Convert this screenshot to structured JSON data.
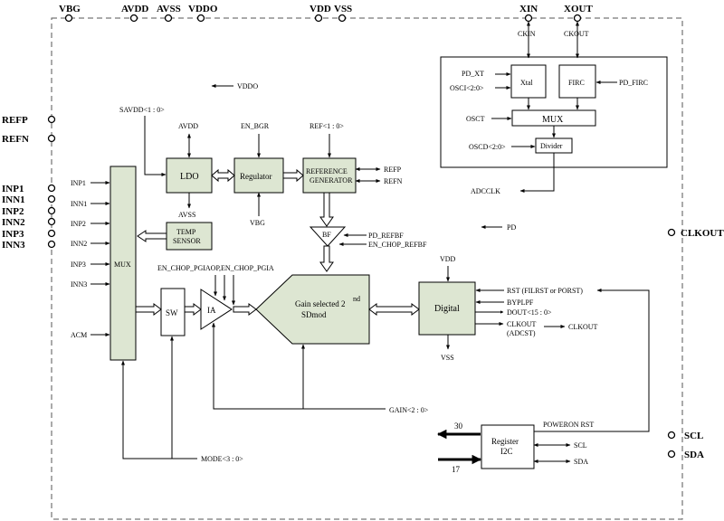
{
  "pins": {
    "vbg": "VBG",
    "avdd": "AVDD",
    "avss": "AVSS",
    "vddo": "VDDO",
    "vdd": "VDD",
    "vss": "VSS",
    "xin": "XIN",
    "xout": "XOUT",
    "refp": "REFP",
    "refn": "REFN",
    "inp1": "INP1",
    "inn1": "INN1",
    "inp2": "INP2",
    "inn2": "INN2",
    "inp3": "INP3",
    "inn3": "INN3",
    "clkout": "CLKOUT",
    "scl": "SCL",
    "sda": "SDA"
  },
  "clock": {
    "ckin": "CKIN",
    "ckout": "CKOUT",
    "xtal": "Xtal",
    "firc": "FIRC",
    "mux": "MUX",
    "divider": "Divider",
    "pd_xt": "PD_XT",
    "osci": "OSCI<2:0>",
    "pd_firc": "PD_FIRC",
    "osct": "OSCT",
    "oscd": "OSCD<2:0>",
    "adcclk": "ADCCLK"
  },
  "blocks": {
    "mux": "MUX",
    "ldo": "LDO",
    "regulator": "Regulator",
    "refgen_1": "REFERENCE",
    "refgen_2": "GENERATOR",
    "bf": "BF",
    "temp_1": "TEMP",
    "temp_2": "SENSOR",
    "sw": "SW",
    "ia": "IA",
    "sdmod_1": "Gain selected 2",
    "sdmod_sup": "nd",
    "sdmod_2": "SDmod",
    "digital": "Digital",
    "register": "Register",
    "i2c": "I2C"
  },
  "mux_inputs": [
    "INP1",
    "INN1",
    "INP2",
    "INN2",
    "INP3",
    "INN3",
    "ACM"
  ],
  "signals": {
    "vddo": "VDDO",
    "pd": "PD",
    "savdd": "SAVDD<1 : 0>",
    "avdd": "AVDD",
    "avss": "AVSS",
    "en_bgr": "EN_BGR",
    "vbg": "VBG",
    "ref_sel": "REF<1 : 0>",
    "refp": "REFP",
    "refn": "REFN",
    "pd_refbf": "PD_REFBF",
    "en_chop_refbf": "EN_CHOP_REFBF",
    "en_chop": "EN_CHOP_PGIAOP,EN_CHOP_PGIA",
    "vdd": "VDD",
    "vss": "VSS",
    "gain": "GAIN<2 : 0>",
    "mode": "MODE<3 : 0>"
  },
  "digital": {
    "rst": "RST (FILRST or PORST)",
    "byplpf": "BYPLPF",
    "dout": "DOUT<15 : 0>",
    "clkout": "CLKOUT",
    "adcst": "(ADCST)",
    "clkout_out": "CLKOUT"
  },
  "register": {
    "poweron_rst": "POWERON RST",
    "scl": "SCL",
    "sda": "SDA",
    "bus_in": "30",
    "bus_out": "17"
  }
}
